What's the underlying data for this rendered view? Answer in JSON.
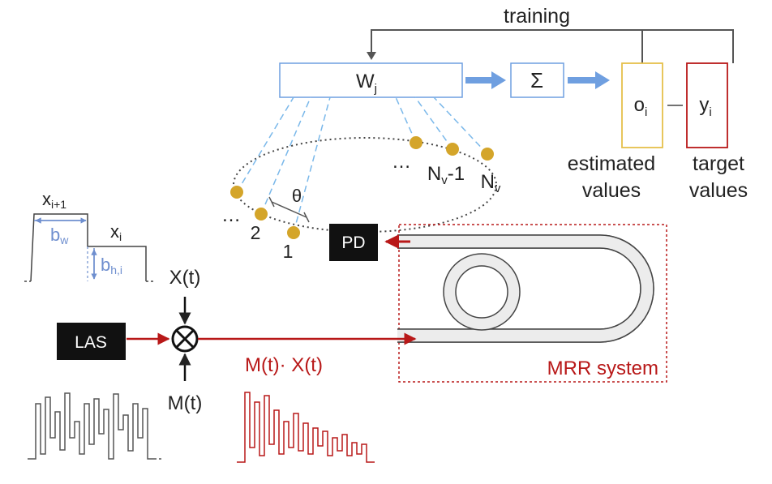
{
  "colors": {
    "blue": "#6f8fcf",
    "arrow_blue": "#6f9fe0",
    "dashed_blue": "#7ab8ea",
    "node_gold": "#d4a52a",
    "red": "#b81818",
    "gray": "#555555",
    "output_box": "#e6c04a",
    "target_box": "#b81818"
  },
  "training": {
    "label": "training"
  },
  "weights": {
    "label_main": "W",
    "label_sub": "j"
  },
  "sum": {
    "symbol": "Σ"
  },
  "output": {
    "main": "o",
    "sub": "i",
    "caption_line1": "estimated",
    "caption_line2": "values"
  },
  "target": {
    "main": "y",
    "sub": "i",
    "caption_line1": "target",
    "caption_line2": "values",
    "separator": "—"
  },
  "nodes": {
    "label_1": "1",
    "label_2": "2",
    "label_nv_minus_1_main": "N",
    "label_nv_minus_1_sub": "v",
    "label_nv_minus_1_tail": "-1",
    "label_nv_main": "N",
    "label_nv_sub": "v",
    "ellipsis_left": "…",
    "ellipsis_right": "…",
    "theta": "θ"
  },
  "pd": {
    "label": "PD"
  },
  "las": {
    "label": "LAS"
  },
  "mixer": {
    "symbol": "⊗"
  },
  "x_input": {
    "label": "X(t)"
  },
  "m_input": {
    "label": "M(t)"
  },
  "product": {
    "label": "M(t)· X(t)"
  },
  "mrr": {
    "label": "MRR system"
  },
  "bits": {
    "x_next_main": "x",
    "x_next_sub": "i+1",
    "x_i_main": "x",
    "x_i_sub": "i",
    "bw_main": "b",
    "bw_sub": "w",
    "bh_main": "b",
    "bh_sub": "h,i"
  }
}
